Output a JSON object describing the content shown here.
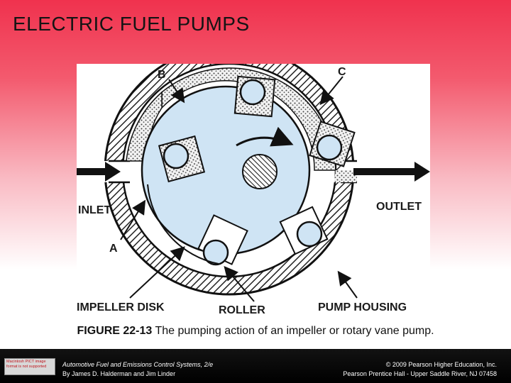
{
  "slide": {
    "title": "ELECTRIC FUEL PUMPS"
  },
  "figure": {
    "labels": {
      "b": "B",
      "c": "C",
      "a": "A",
      "inlet": "INLET",
      "outlet": "OUTLET",
      "impeller_disk": "IMPELLER DISK",
      "roller": "ROLLER",
      "pump_housing": "PUMP HOUSING"
    },
    "colors": {
      "disk": "#cfe4f4",
      "fuel": "#b0b0b0",
      "housing_hatch": "#222222"
    }
  },
  "caption": {
    "number": "FIGURE 22-13",
    "text": " The pumping action of an impeller or rotary vane pump."
  },
  "footer": {
    "badge": "Macintosh PICT image format is not supported",
    "book_title": "Automotive Fuel and Emissions Control Systems, 2/e",
    "authors": "By James D. Halderman and Jim Linder",
    "copyright": "© 2009 Pearson Higher Education, Inc.",
    "publisher": "Pearson Prentice Hall - Upper Saddle River, NJ 07458"
  }
}
